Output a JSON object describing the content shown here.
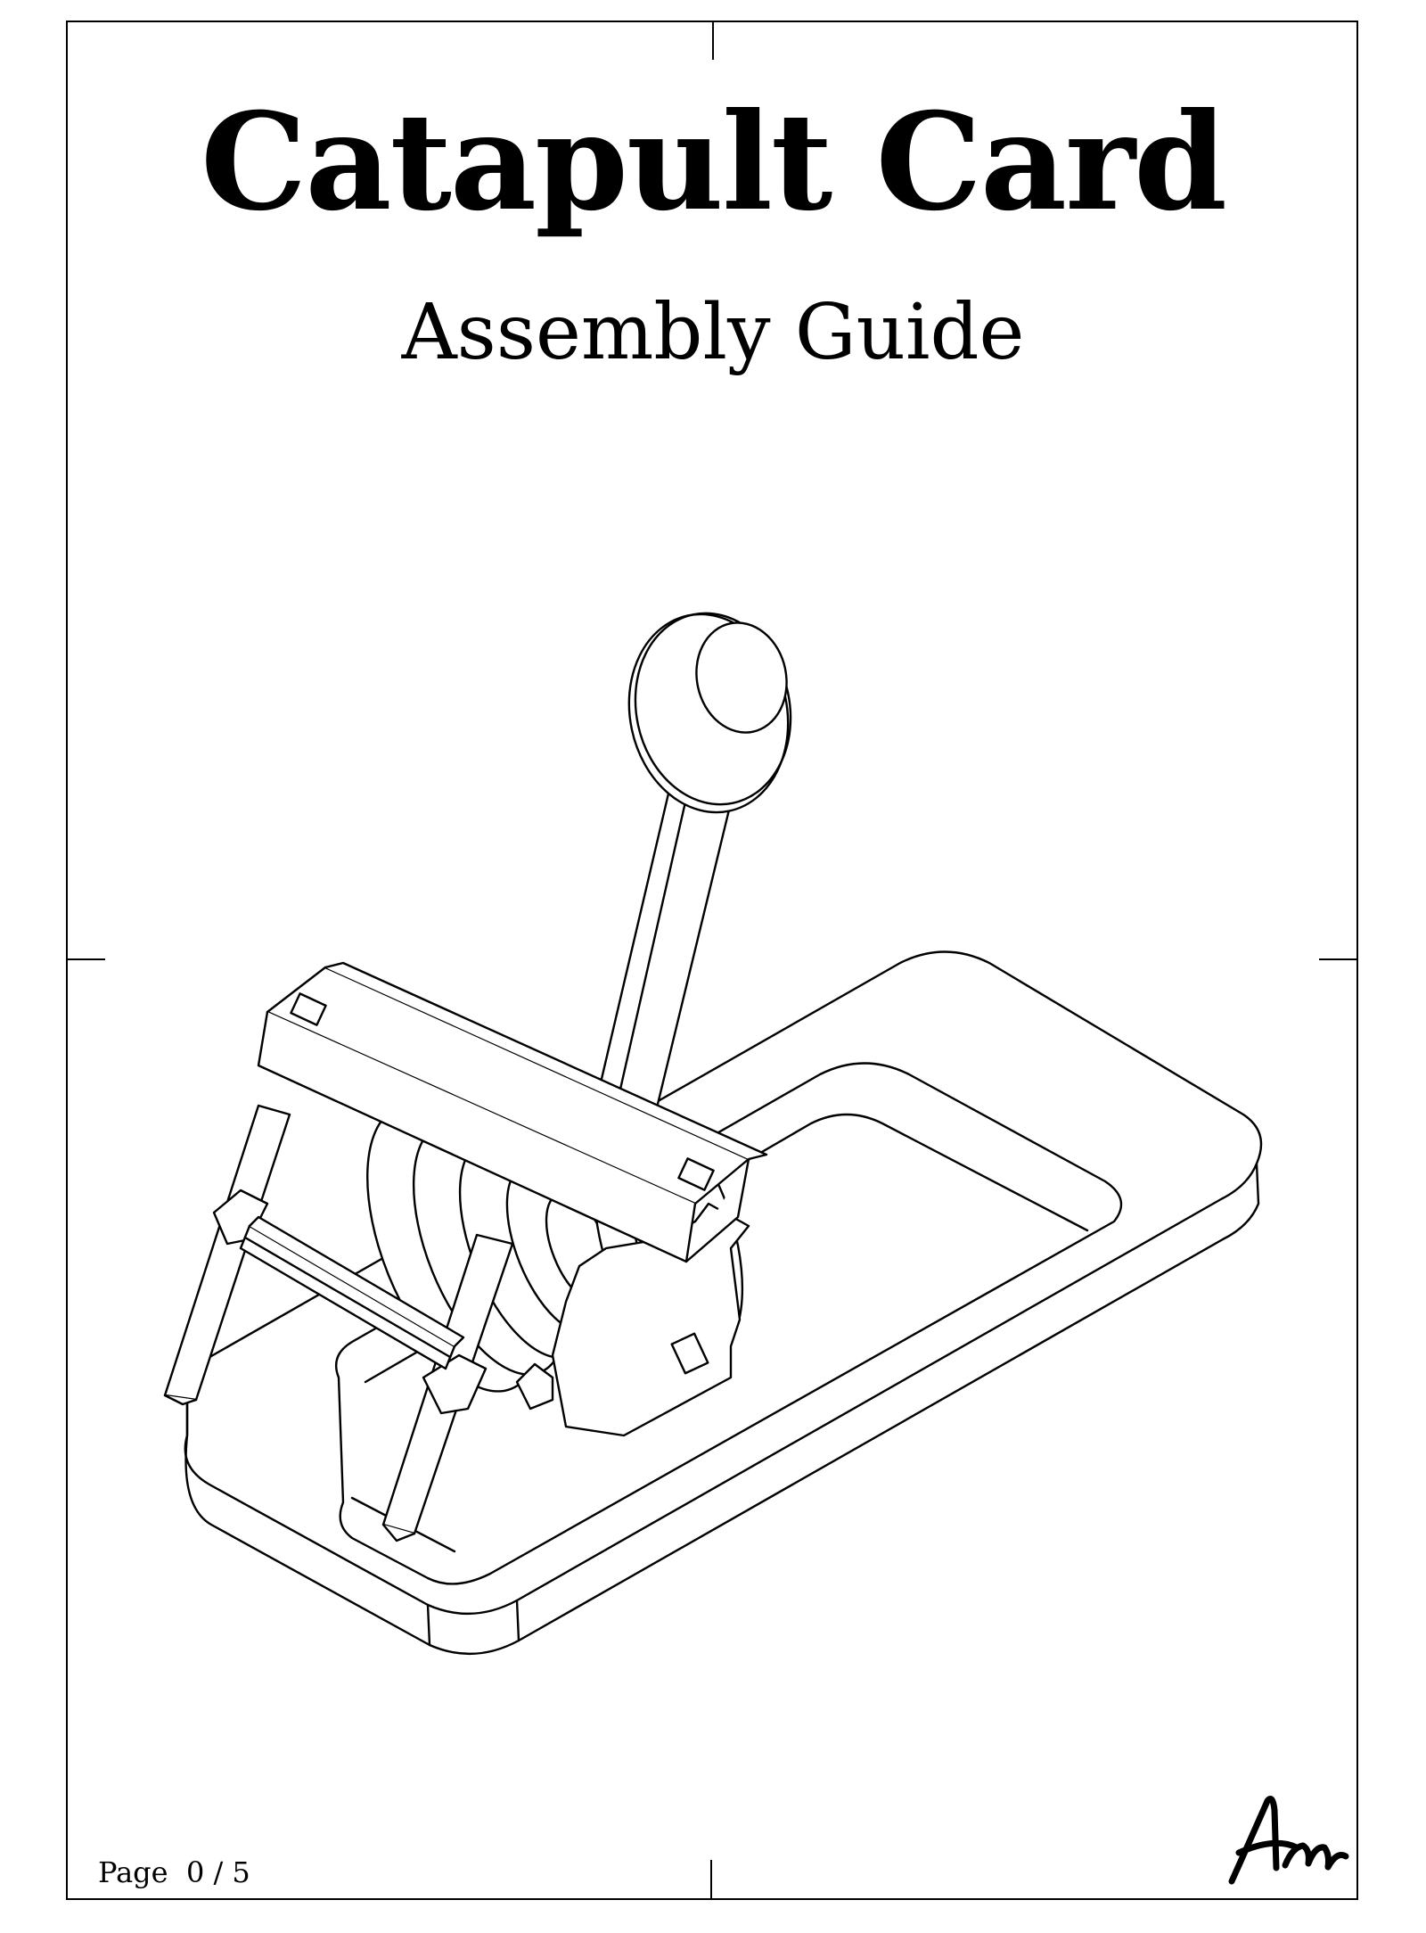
{
  "document": {
    "title": "Catapult Card",
    "subtitle": "Assembly Guide",
    "page_label": "Page",
    "page_indicator": "0 / 5"
  },
  "illustration": {
    "subject": "catapult",
    "line_color": "#000000",
    "background": "#ffffff"
  },
  "signature": {
    "text": "Am"
  }
}
